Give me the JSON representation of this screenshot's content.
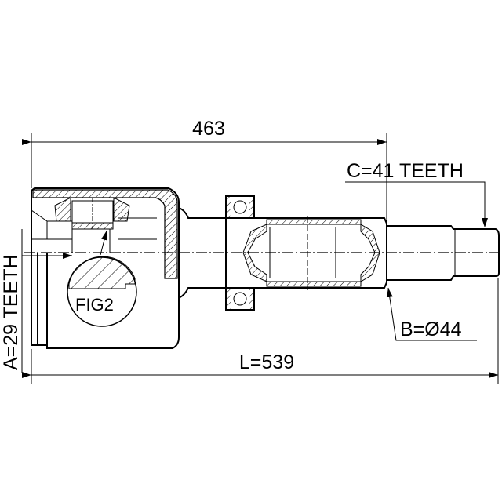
{
  "dimensions": {
    "overall_to_flange": "463",
    "total_length": "L=539",
    "outer_spline": "C=41 TEETH",
    "seal_diameter": "B=Ø44",
    "inner_spline": "A=29 TEETH"
  },
  "detail_label": "FIG2",
  "line_color": "#000000",
  "background": "#ffffff"
}
